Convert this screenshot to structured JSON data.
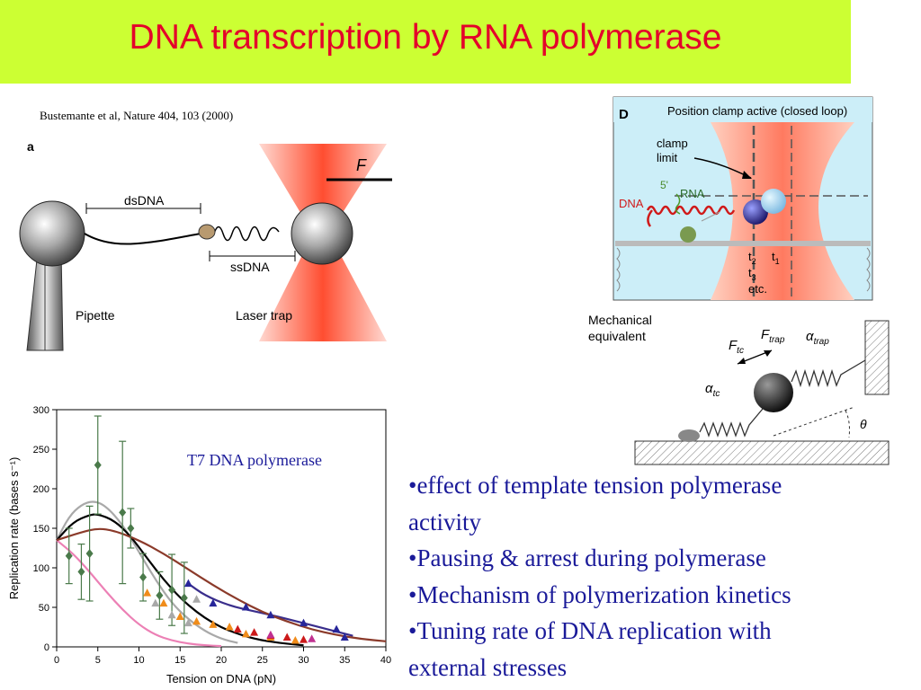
{
  "slide": {
    "title": "DNA transcription by RNA polymerase",
    "citation": "Bustemante et al, Nature 404, 103 (2000)",
    "colors": {
      "title_bg": "#ccff33",
      "title_text": "#e4002b",
      "bullet_text": "#1a1a99"
    }
  },
  "panel_a": {
    "panel_letter": "a",
    "dsdna": "dsDNA",
    "ssdna": "ssDNA",
    "force": "F",
    "pipette": "Pipette",
    "laser_trap": "Laser trap"
  },
  "panel_d": {
    "panel_letter": "D",
    "header": "Position clamp active (closed loop)",
    "clamp_limit_1": "clamp",
    "clamp_limit_2": "limit",
    "five_prime": "5'",
    "rna": "RNA",
    "dna": "DNA",
    "t2": "t",
    "t2_sub": "2",
    "t1": "t",
    "t1_sub": "1",
    "t3": "t",
    "t3_sub": "3",
    "etc": "etc."
  },
  "mechanical": {
    "label_1": "Mechanical",
    "label_2": "equivalent",
    "f_trap": "F",
    "f_trap_sub": "trap",
    "alpha_trap": "α",
    "alpha_trap_sub": "trap",
    "f_tc": "F",
    "f_tc_sub": "tc",
    "alpha_tc": "α",
    "alpha_tc_sub": "tc",
    "theta": "θ"
  },
  "chart_data": {
    "type": "scatter",
    "annotation": "T7 DNA polymerase",
    "xlabel": "Tension on DNA (pN)",
    "ylabel": "Replication rate (bases s⁻¹)",
    "xlim": [
      0,
      40
    ],
    "ylim": [
      0,
      300
    ],
    "x_ticks": [
      0,
      5,
      10,
      15,
      20,
      25,
      30,
      35,
      40
    ],
    "y_ticks": [
      0,
      50,
      100,
      150,
      200,
      250,
      300
    ],
    "grid": false,
    "series": [
      {
        "marker": "diamond",
        "color": "#4a7a4a",
        "points": [
          {
            "x": 1.5,
            "y": 115,
            "err": 35
          },
          {
            "x": 3,
            "y": 95,
            "err": 35
          },
          {
            "x": 4,
            "y": 118,
            "err": 60
          },
          {
            "x": 5,
            "y": 230,
            "err": 62
          },
          {
            "x": 8,
            "y": 170,
            "err": 90
          },
          {
            "x": 9,
            "y": 150,
            "err": 25
          },
          {
            "x": 10.5,
            "y": 88,
            "err": 30
          },
          {
            "x": 12.5,
            "y": 65,
            "err": 30
          },
          {
            "x": 14,
            "y": 72,
            "err": 45
          },
          {
            "x": 15.5,
            "y": 62,
            "err": 45
          }
        ]
      },
      {
        "marker": "triangle",
        "color": "#f08c1a",
        "points": [
          {
            "x": 11,
            "y": 68
          },
          {
            "x": 13,
            "y": 55
          },
          {
            "x": 15,
            "y": 38
          },
          {
            "x": 17,
            "y": 32
          },
          {
            "x": 19,
            "y": 28
          },
          {
            "x": 21,
            "y": 25
          },
          {
            "x": 23,
            "y": 16
          },
          {
            "x": 26,
            "y": 12
          },
          {
            "x": 29,
            "y": 8
          }
        ]
      },
      {
        "marker": "triangle",
        "color": "#cc1a1a",
        "points": [
          {
            "x": 22,
            "y": 22
          },
          {
            "x": 24,
            "y": 18
          },
          {
            "x": 26,
            "y": 14
          },
          {
            "x": 28,
            "y": 12
          },
          {
            "x": 30,
            "y": 9
          }
        ]
      },
      {
        "marker": "triangle",
        "color": "#27269a",
        "points": [
          {
            "x": 16,
            "y": 80
          },
          {
            "x": 19,
            "y": 55
          },
          {
            "x": 23,
            "y": 50
          },
          {
            "x": 26,
            "y": 40
          },
          {
            "x": 30,
            "y": 30
          },
          {
            "x": 34,
            "y": 22
          },
          {
            "x": 35,
            "y": 12
          }
        ]
      },
      {
        "marker": "triangle",
        "color": "#a8a8a8",
        "points": [
          {
            "x": 12,
            "y": 55
          },
          {
            "x": 14,
            "y": 40
          },
          {
            "x": 16,
            "y": 30
          },
          {
            "x": 17,
            "y": 60
          }
        ]
      },
      {
        "marker": "triangle",
        "color": "#c03090",
        "points": [
          {
            "x": 26,
            "y": 15
          },
          {
            "x": 31,
            "y": 10
          }
        ]
      }
    ],
    "curves": [
      {
        "color": "#ec80b5",
        "points": [
          [
            0,
            135
          ],
          [
            2,
            118
          ],
          [
            4,
            95
          ],
          [
            6,
            70
          ],
          [
            8,
            47
          ],
          [
            10,
            28
          ],
          [
            12,
            15
          ],
          [
            14,
            8
          ],
          [
            16,
            4
          ],
          [
            18,
            2
          ],
          [
            20,
            1
          ]
        ]
      },
      {
        "color": "#a9a9a9",
        "points": [
          [
            0,
            135
          ],
          [
            1.5,
            165
          ],
          [
            3,
            180
          ],
          [
            4.5,
            185
          ],
          [
            6,
            178
          ],
          [
            8,
            155
          ],
          [
            10,
            120
          ],
          [
            12,
            85
          ],
          [
            14,
            55
          ],
          [
            16,
            35
          ],
          [
            18,
            20
          ],
          [
            20,
            10
          ],
          [
            22,
            5
          ]
        ]
      },
      {
        "color": "#000000",
        "points": [
          [
            0,
            135
          ],
          [
            2,
            158
          ],
          [
            4,
            167
          ],
          [
            5,
            168
          ],
          [
            7,
            160
          ],
          [
            9,
            140
          ],
          [
            11,
            112
          ],
          [
            13,
            85
          ],
          [
            15,
            62
          ],
          [
            17,
            44
          ],
          [
            19,
            30
          ],
          [
            21,
            20
          ],
          [
            24,
            10
          ],
          [
            27,
            5
          ],
          [
            30,
            2
          ]
        ]
      },
      {
        "color": "#3a2e8c",
        "points": [
          [
            16,
            80
          ],
          [
            18,
            65
          ],
          [
            21,
            52
          ],
          [
            24,
            45
          ],
          [
            27,
            38
          ],
          [
            30,
            30
          ],
          [
            33,
            22
          ],
          [
            36,
            14
          ]
        ]
      },
      {
        "color": "#8b3a2a",
        "points": [
          [
            0,
            135
          ],
          [
            3,
            145
          ],
          [
            5,
            150
          ],
          [
            7,
            147
          ],
          [
            10,
            135
          ],
          [
            13,
            118
          ],
          [
            16,
            98
          ],
          [
            19,
            78
          ],
          [
            22,
            60
          ],
          [
            25,
            44
          ],
          [
            28,
            32
          ],
          [
            31,
            22
          ],
          [
            34,
            15
          ],
          [
            37,
            10
          ],
          [
            40,
            7
          ]
        ]
      }
    ]
  },
  "bullets": [
    "•effect of template tension  polymerase",
    "activity",
    "•Pausing & arrest during polymerase",
    "•Mechanism of polymerization kinetics",
    "•Tuning rate of DNA replication with",
    "external stresses"
  ]
}
